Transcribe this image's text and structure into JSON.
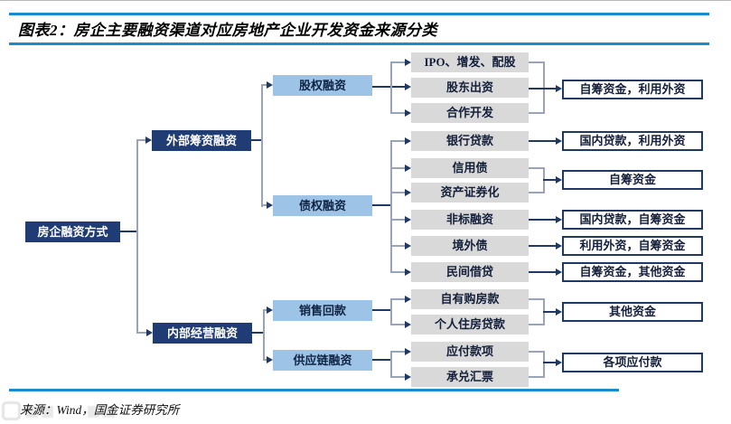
{
  "title": "图表2：房企主要融资渠道对应房地产企业开发资金来源分类",
  "footer": {
    "source": "来源：Wind，国金证券研究所"
  },
  "flowchart": {
    "root": "房企融资方式",
    "branches": [
      "外部筹资融资",
      "内部经营融资"
    ],
    "categories": [
      "股权融资",
      "债权融资",
      "销售回款",
      "供应链融资"
    ],
    "channels": [
      "IPO、增发、配股",
      "股东出资",
      "合作开发",
      "银行贷款",
      "信用债",
      "资产证券化",
      "非标融资",
      "境外债",
      "民间借贷",
      "自有购房款",
      "个人住房贷款",
      "应付款项",
      "承兑汇票"
    ],
    "fund_sources": [
      "自筹资金，利用外资",
      "国内贷款，利用外资",
      "自筹资金",
      "国内贷款，自筹资金",
      "利用外资，自筹资金",
      "自筹资金，其他资金",
      "其他资金",
      "各项应付款"
    ],
    "links": [
      {
        "from": [
          "IPO、增发、配股",
          "股东出资",
          "合作开发"
        ],
        "to": "自筹资金，利用外资"
      },
      {
        "from": [
          "银行贷款"
        ],
        "to": "国内贷款，利用外资"
      },
      {
        "from": [
          "信用债",
          "资产证券化"
        ],
        "to": "自筹资金"
      },
      {
        "from": [
          "非标融资"
        ],
        "to": "国内贷款，自筹资金"
      },
      {
        "from": [
          "境外债"
        ],
        "to": "利用外资，自筹资金"
      },
      {
        "from": [
          "民间借贷"
        ],
        "to": "自筹资金，其他资金"
      },
      {
        "from": [
          "自有购房款",
          "个人住房贷款"
        ],
        "to": "其他资金"
      },
      {
        "from": [
          "应付款项",
          "承兑汇票"
        ],
        "to": "各项应付款"
      }
    ]
  },
  "colors": {
    "rule_blue": "#1a8ccd",
    "node_dark_blue": "#1f3c74",
    "node_light_blue": "#9dc3e6",
    "node_gray": "#d9d9d9",
    "connector_navy": "#1f3864",
    "connector_gray": "#9aa4b8"
  }
}
